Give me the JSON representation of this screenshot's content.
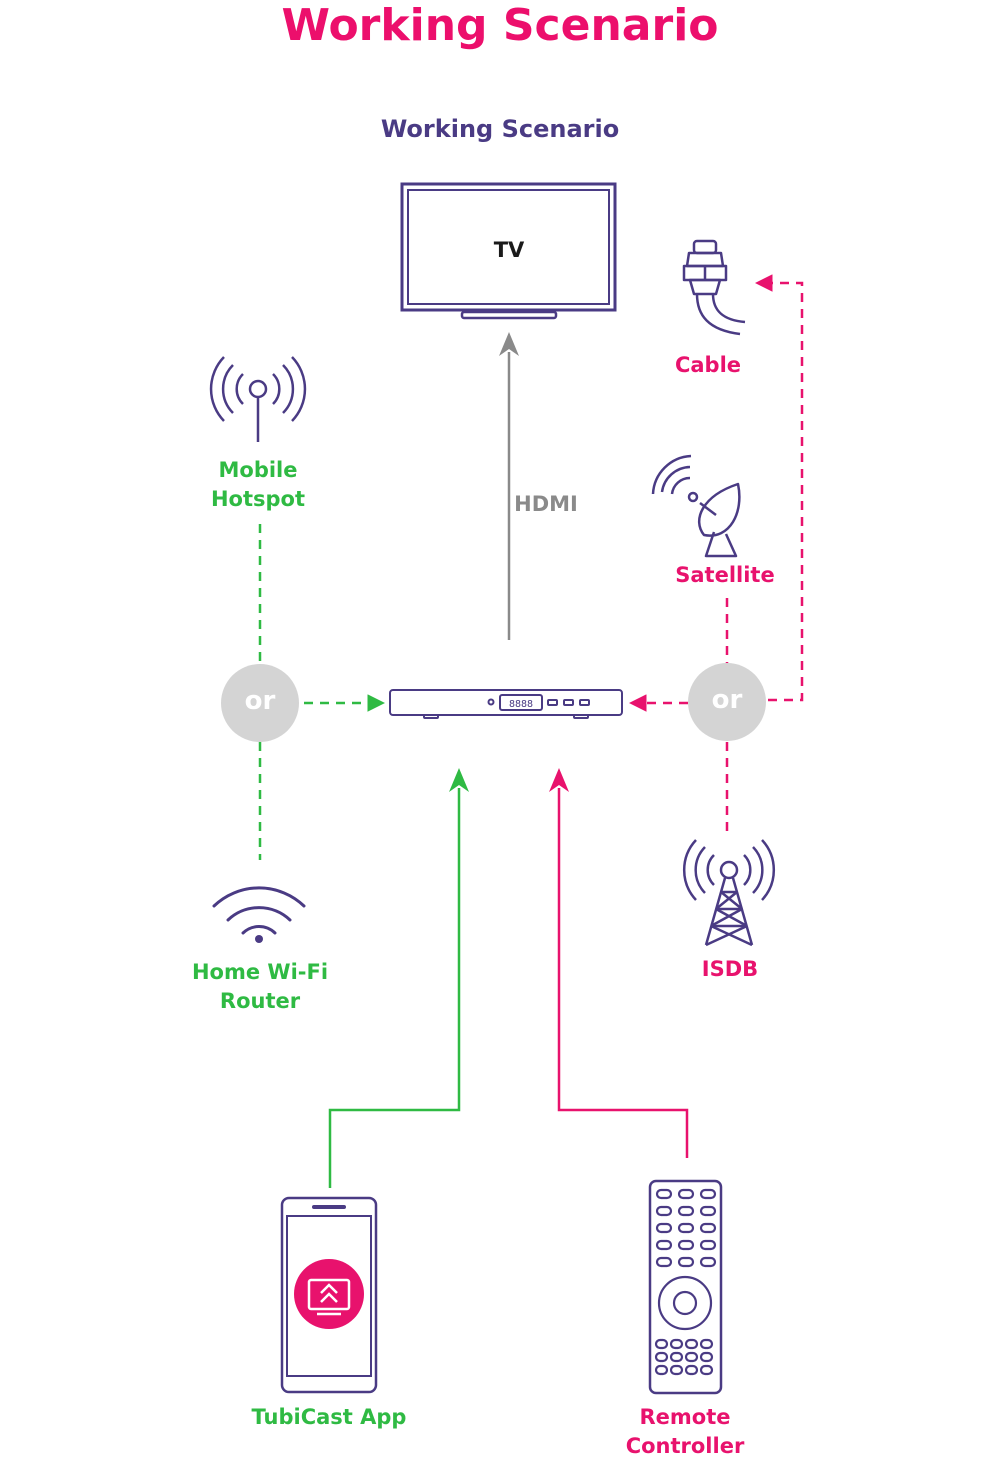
{
  "title": "Working Scenario",
  "subtitle": "Working Scenario",
  "tv_label": "TV",
  "hdmi_label": "HDMI",
  "cable_label": "Cable",
  "satellite_label": "Satellite",
  "isdb_label": "ISDB",
  "mobile_hotspot_label": [
    "Mobile",
    "Hotspot"
  ],
  "home_wifi_label": [
    "Home Wi-Fi",
    "Router"
  ],
  "tubicast_label": "TubiCast App",
  "remote_label": [
    "Remote",
    "Controller"
  ],
  "or_left": "or",
  "or_right": "or",
  "stb_display": "8888",
  "colors": {
    "title": "#ec0f6c",
    "subtitle": "#4a3b84",
    "icon_stroke": "#4a3b84",
    "green": "#2fba43",
    "pink": "#e8126d",
    "gray_arrow": "#8a8a8a",
    "or_circle": "#d4d4d4"
  }
}
